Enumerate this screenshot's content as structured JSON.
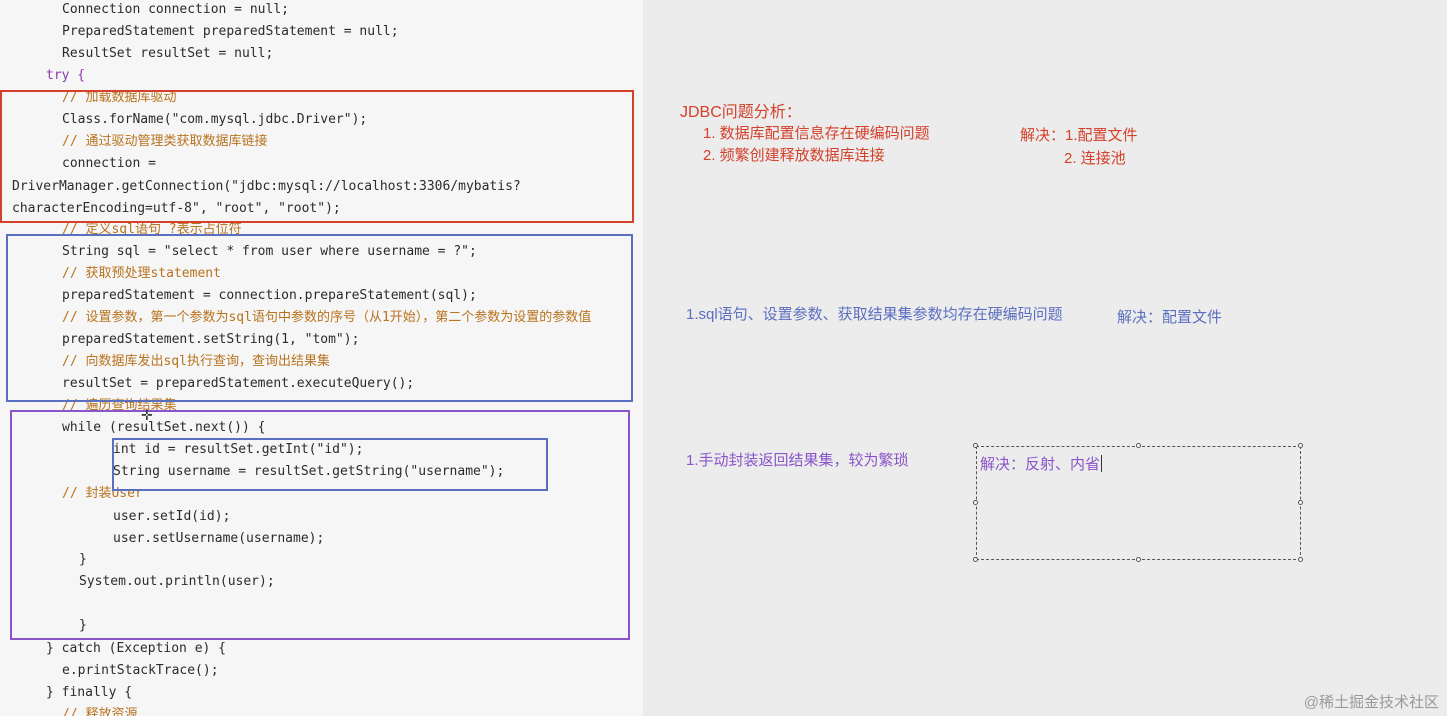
{
  "code": {
    "lines": [
      {
        "text": "Connection connection = null;"
      },
      {
        "text": "PreparedStatement preparedStatement = null;"
      },
      {
        "text": "ResultSet resultSet = null;"
      },
      {
        "text": "try {"
      },
      {
        "text": "// 加载数据库驱动"
      },
      {
        "text": "Class.forName(\"com.mysql.jdbc.Driver\");"
      },
      {
        "text": "// 通过驱动管理类获取数据库链接"
      },
      {
        "text": "connection ="
      },
      {
        "text": "DriverManager.getConnection(\"jdbc:mysql://localhost:3306/mybatis?"
      },
      {
        "text": "characterEncoding=utf-8\", \"root\", \"root\");"
      },
      {
        "text": "// 定义sql语句 ?表示占位符"
      },
      {
        "text": "String sql = \"select * from user where username = ?\";"
      },
      {
        "text": "// 获取预处理statement"
      },
      {
        "text": "preparedStatement = connection.prepareStatement(sql);"
      },
      {
        "text": "// 设置参数，第一个参数为sql语句中参数的序号（从1开始），第二个参数为设置的参数值"
      },
      {
        "text": "preparedStatement.setString(1, \"tom\");"
      },
      {
        "text": "// 向数据库发出sql执行查询，查询出结果集"
      },
      {
        "text": "resultSet = preparedStatement.executeQuery();"
      },
      {
        "text": "// 遍历查询结果集"
      },
      {
        "text": "while (resultSet.next()) {"
      },
      {
        "text": "int id = resultSet.getInt(\"id\");"
      },
      {
        "text": "String username = resultSet.getString(\"username\");"
      },
      {
        "text": "// 封装User"
      },
      {
        "text": "user.setId(id);"
      },
      {
        "text": "user.setUsername(username);"
      },
      {
        "text": "}"
      },
      {
        "text": "System.out.println(user);"
      },
      {
        "text": "}"
      },
      {
        "text": "} catch (Exception e) {"
      },
      {
        "text": "e.printStackTrace();"
      },
      {
        "text": "} finally {"
      },
      {
        "text": "// 释放资源"
      }
    ]
  },
  "annotations": {
    "section1": {
      "title": "JDBC问题分析：",
      "item1": "1. 数据库配置信息存在硬编码问题",
      "item2": "2. 频繁创建释放数据库连接",
      "solution_label": "解决：1.配置文件",
      "solution_2": "2. 连接池"
    },
    "section2": {
      "issue": "1.sql语句、设置参数、获取结果集参数均存在硬编码问题",
      "solution": "解决：配置文件"
    },
    "section3": {
      "issue": "1.手动封装返回结果集，较为繁琐",
      "solution": "解决：反射、内省"
    }
  },
  "watermark": "@稀土掘金技术社区",
  "colors": {
    "red_box": "#d4402a",
    "blue_box": "#5b6fc0",
    "purple_box": "#8a55c8",
    "comment": "#b8731f",
    "keyword": "#8e3aa8",
    "string": "#2a7a2a"
  }
}
